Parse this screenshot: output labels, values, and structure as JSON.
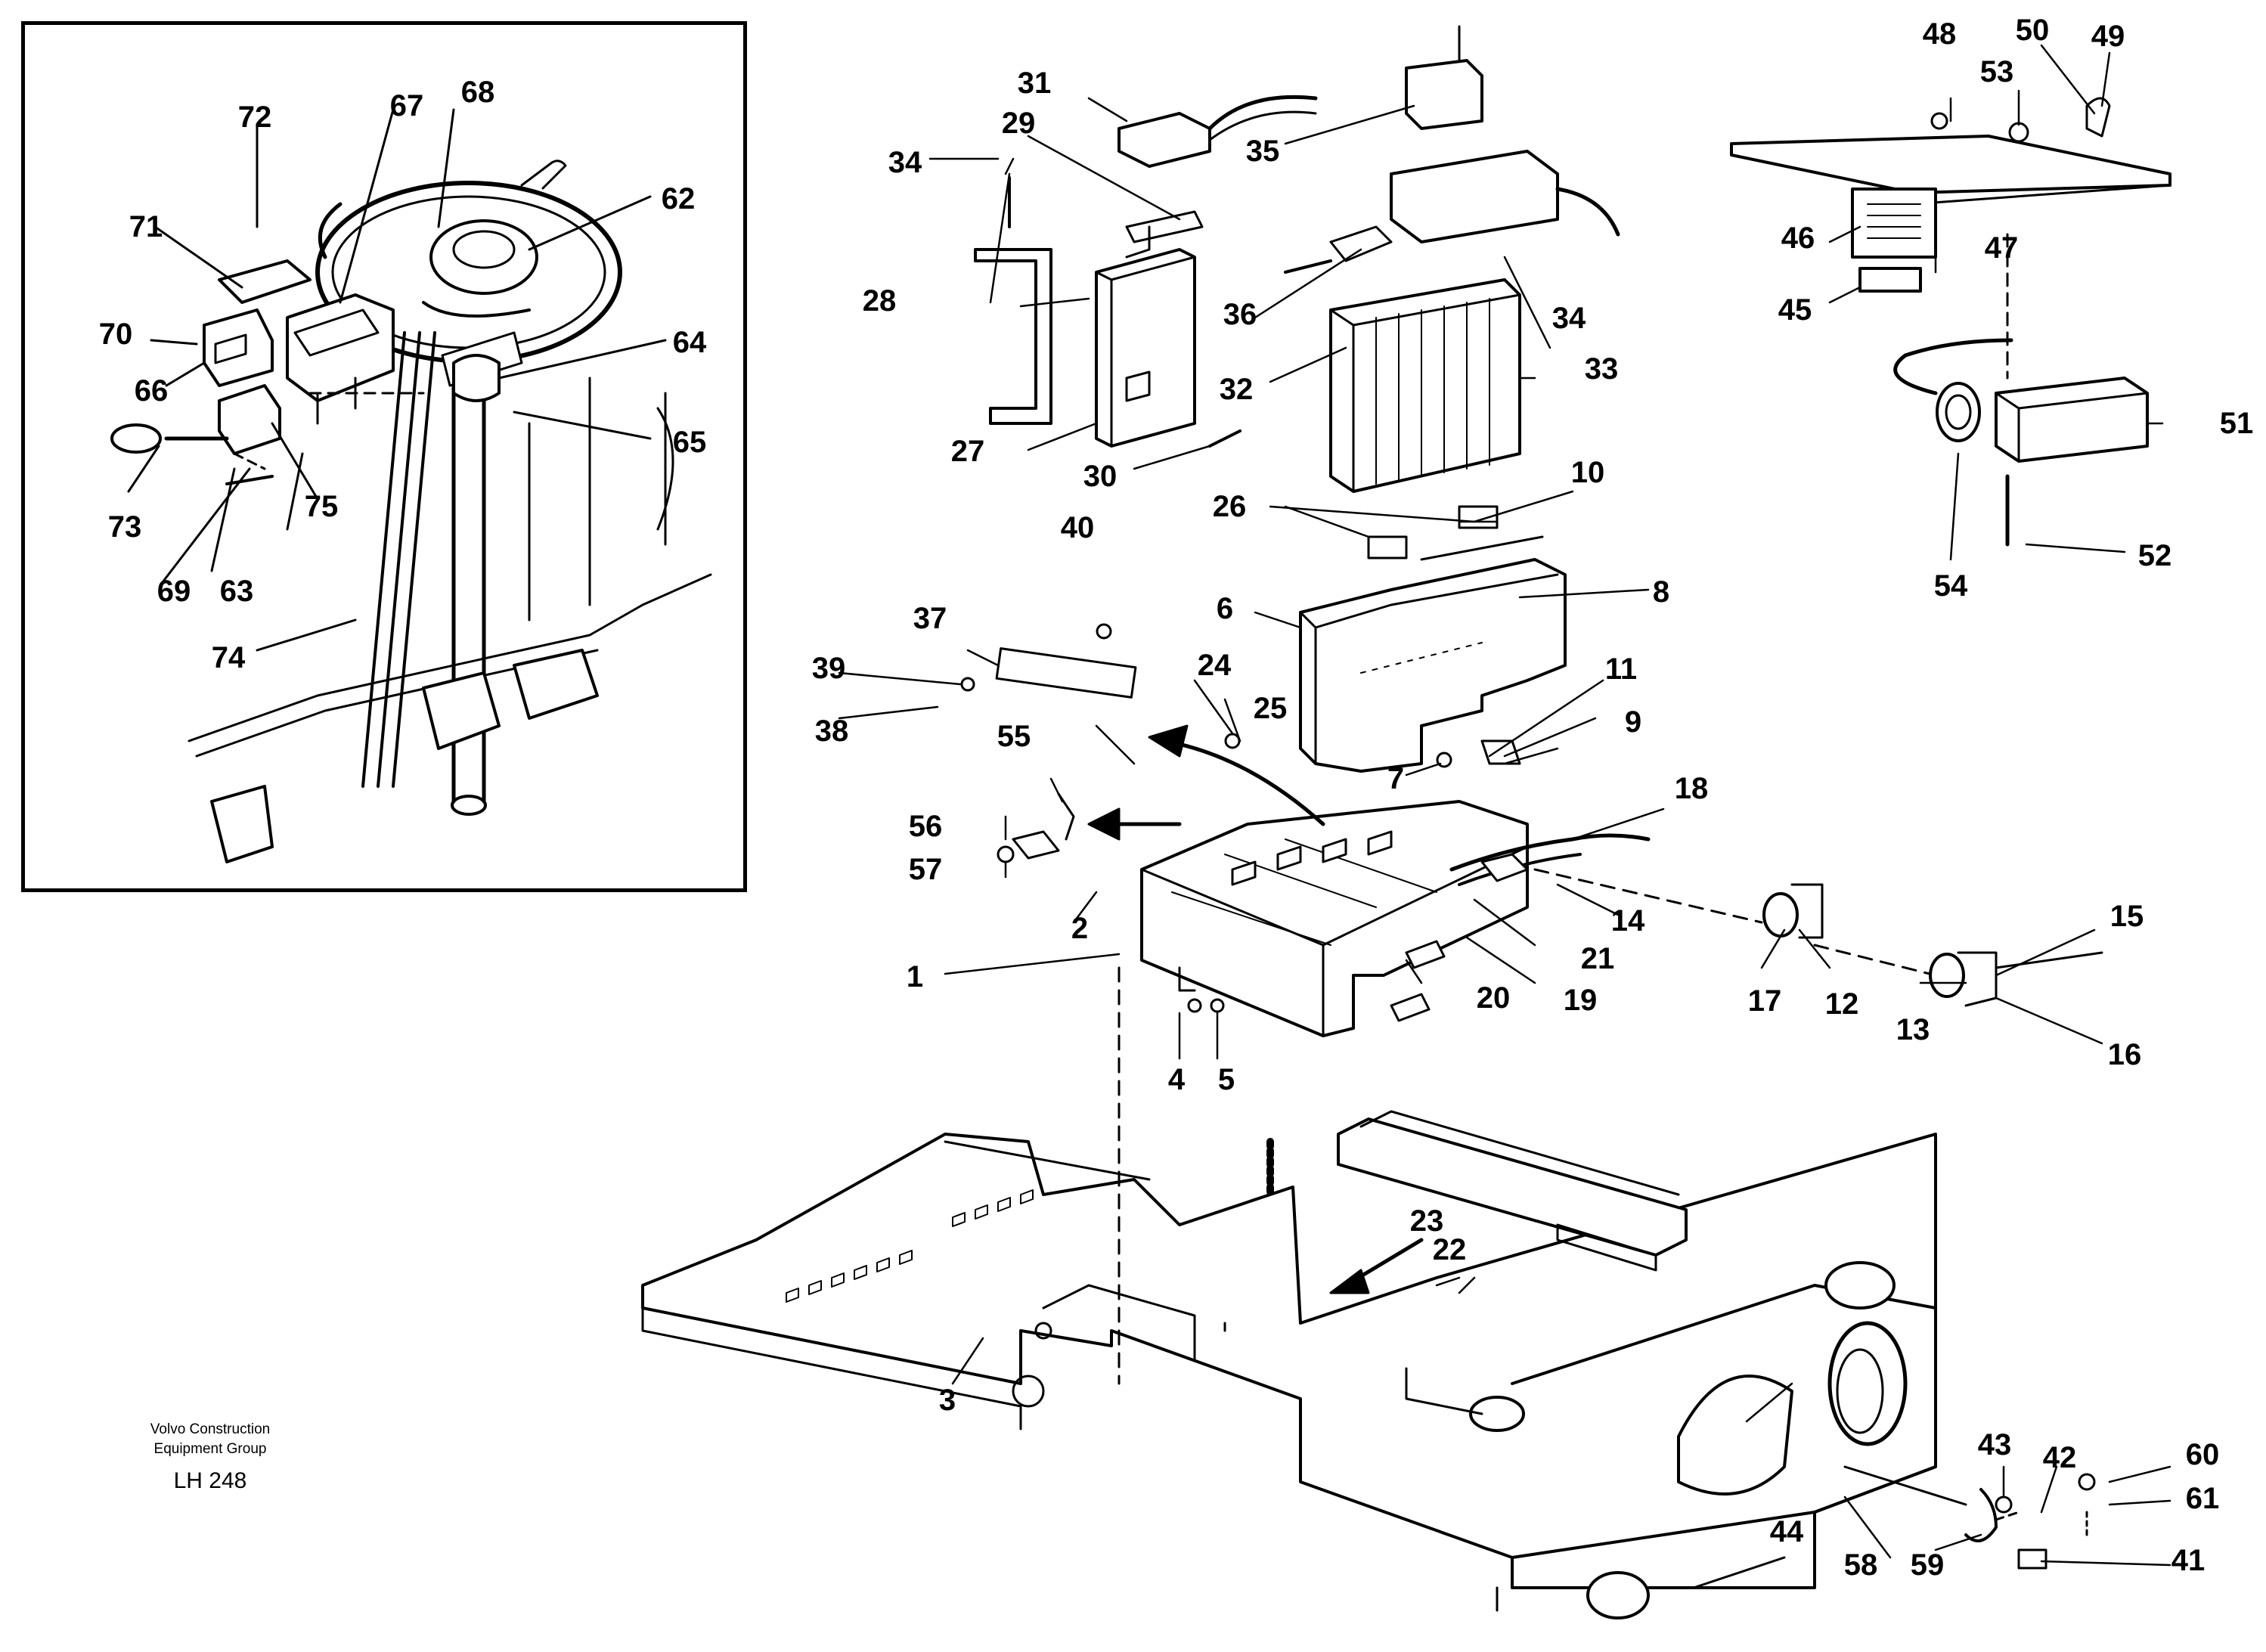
{
  "caption": {
    "company_line1": "Volvo Construction",
    "company_line2": "Equipment Group",
    "drawing_id": "LH 248"
  },
  "callouts": [
    "1",
    "2",
    "3",
    "4",
    "5",
    "6",
    "7",
    "8",
    "9",
    "10",
    "11",
    "12",
    "13",
    "14",
    "15",
    "16",
    "17",
    "18",
    "19",
    "20",
    "21",
    "22",
    "23",
    "24",
    "25",
    "26",
    "27",
    "28",
    "29",
    "30",
    "31",
    "32",
    "33",
    "34",
    "34",
    "35",
    "36",
    "37",
    "38",
    "39",
    "40",
    "41",
    "42",
    "43",
    "44",
    "45",
    "46",
    "47",
    "48",
    "49",
    "50",
    "51",
    "52",
    "53",
    "54",
    "55",
    "56",
    "57",
    "58",
    "59",
    "60",
    "61",
    "62",
    "63",
    "64",
    "65",
    "66",
    "67",
    "68",
    "69",
    "70",
    "71",
    "72",
    "73",
    "74",
    "75"
  ],
  "colors": {
    "line": "#000000",
    "background": "#ffffff"
  }
}
